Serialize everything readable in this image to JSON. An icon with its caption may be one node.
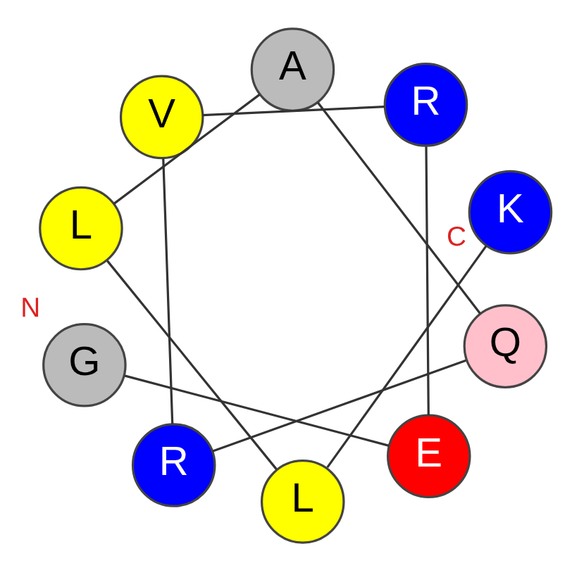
{
  "diagram": {
    "nodes": [
      {
        "text": [
          "Q"
        ]
      },
      {
        "text": [
          "K"
        ],
        "beside": [
          "C"
        ]
      },
      {
        "text": [
          "R"
        ]
      },
      {
        "text": [
          "A"
        ]
      },
      {
        "text": [
          "V"
        ]
      },
      {
        "text": [
          "L"
        ]
      },
      {
        "text": [
          "G"
        ],
        "beside": [
          "N"
        ]
      },
      {
        "text": [
          "R"
        ]
      },
      {
        "text": [
          "L"
        ]
      },
      {
        "text": [
          "E"
        ]
      }
    ],
    "edges": [
      {
        "from": 6,
        "to": 9,
        "arrow": "none"
      },
      {
        "from": 9,
        "to": 2,
        "arrow": "none"
      },
      {
        "from": 2,
        "to": 4,
        "arrow": "none"
      },
      {
        "from": 4,
        "to": 7,
        "arrow": "none"
      },
      {
        "from": 7,
        "to": 0,
        "arrow": "none"
      },
      {
        "from": 0,
        "to": 3,
        "arrow": "none"
      },
      {
        "from": 3,
        "to": 5,
        "arrow": "none"
      },
      {
        "from": 5,
        "to": 8,
        "arrow": "none"
      },
      {
        "from": 8,
        "to": 1,
        "arrow": "none"
      }
    ]
  }
}
